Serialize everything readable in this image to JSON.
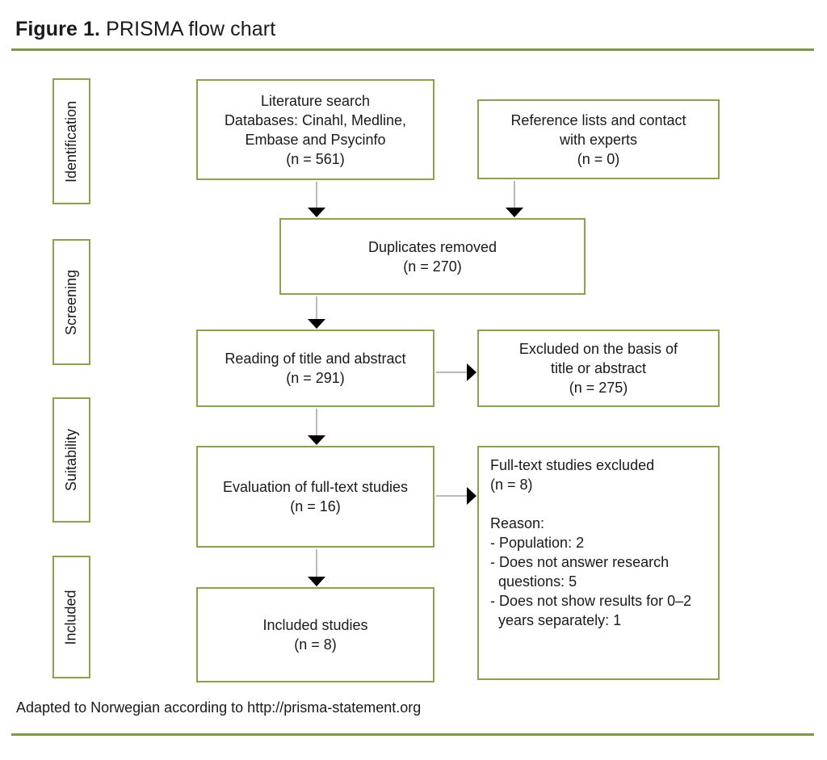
{
  "title": {
    "label": "Figure 1.",
    "text": " PRISMA flow chart"
  },
  "stages": {
    "identification": "Identification",
    "screening": "Screening",
    "suitability": "Suitability",
    "included": "Included"
  },
  "boxes": {
    "literature_search": "Literature search\nDatabases: Cinahl, Medline,\nEmbase and Psycinfo\n(n = 561)",
    "reference_lists": "Reference lists and contact\nwith experts\n(n = 0)",
    "duplicates_removed": "Duplicates removed\n(n = 270)",
    "title_abstract_reading": "Reading of title and abstract\n(n = 291)",
    "excluded_title_abstract": "Excluded on the basis of\ntitle or abstract\n(n = 275)",
    "fulltext_evaluation": "Evaluation of full-text studies\n(n = 16)",
    "fulltext_excluded": "Full-text studies excluded\n(n = 8)\n\nReason:\n- Population: 2\n- Does not answer research\n  questions: 5\n- Does not show results for 0–2\n  years separately: 1",
    "included_studies": "Included studies\n(n = 8)"
  },
  "footer": {
    "text": "Adapted to Norwegian according to http://prisma-statement.org"
  },
  "colors": {
    "accent_green_border": "#8aa449",
    "rule_green": "#7d9a3f",
    "connector_gray": "#a3a3a3",
    "arrowhead_black": "#000000",
    "text_black": "#1a1a1a"
  }
}
